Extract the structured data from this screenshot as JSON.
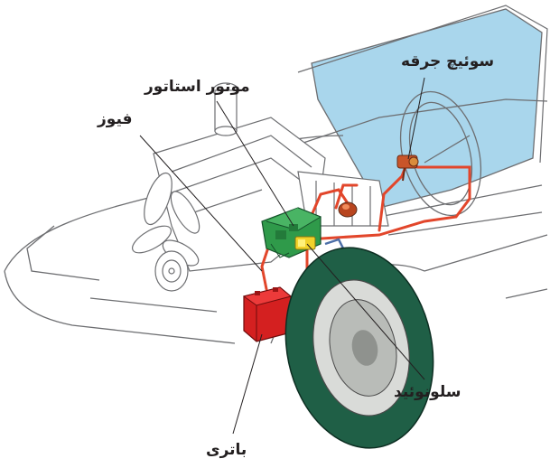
{
  "labels": {
    "ignition_switch": "سوئیچ جرقه",
    "starter_motor": "موتور استاتور",
    "fuse": "فیوز",
    "solenoid": "سلونوئید",
    "battery": "باتری"
  },
  "colors": {
    "windshield": "#a9d6ec",
    "wire": "#e2462b",
    "battery": "#d42020",
    "motor": "#2f9a4a",
    "solenoid": "#f2d22a",
    "tire": "#1f5f46",
    "outline": "#6d6e71"
  }
}
